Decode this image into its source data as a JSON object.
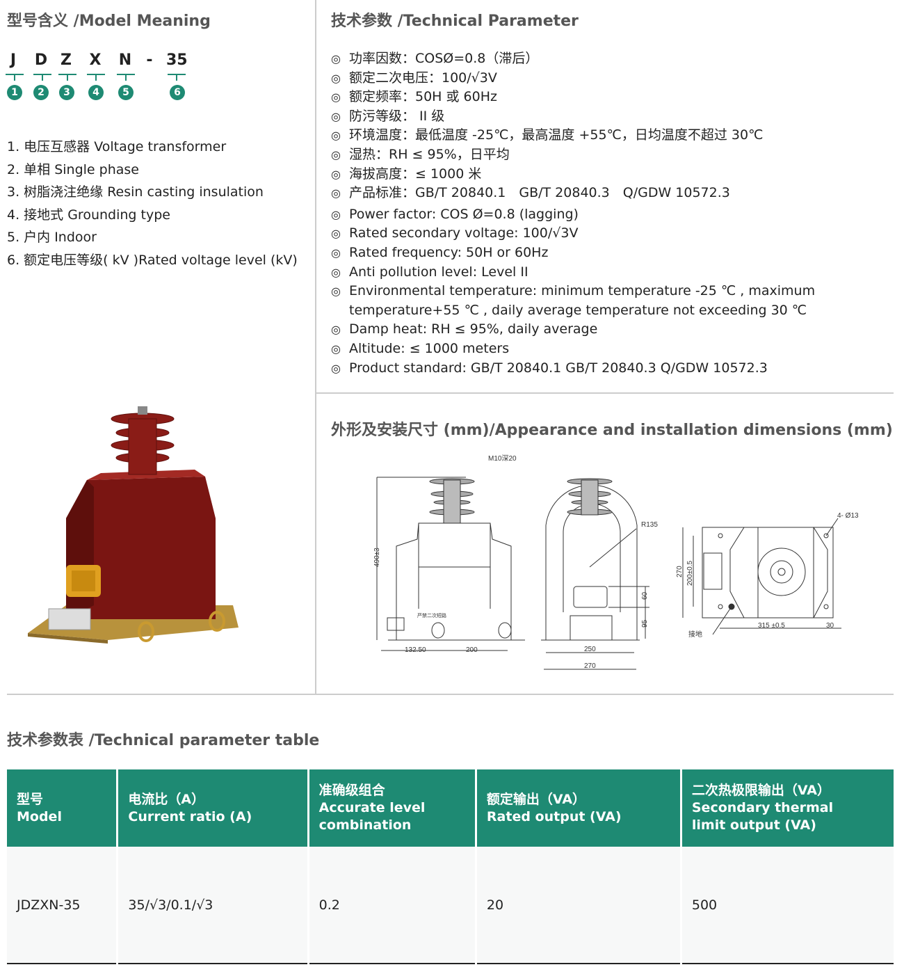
{
  "model_meaning": {
    "heading": "型号含义 /Model Meaning",
    "code_letters": [
      "J",
      "D",
      "Z",
      "X",
      "N",
      "-",
      "35"
    ],
    "numbers": [
      "1",
      "2",
      "3",
      "4",
      "5",
      "6"
    ],
    "items": [
      "1. 电压互感器 Voltage transformer",
      "2. 单相 Single phase",
      "3. 树脂浇注绝缘 Resin casting insulation",
      "4. 接地式 Grounding type",
      "5. 户内 Indoor",
      "6. 额定电压等级( kV )Rated voltage level (kV)"
    ]
  },
  "technical": {
    "heading": "技术参数 /Technical Parameter",
    "bullet": "◎",
    "cn": [
      "功率因数：COSØ=0.8（滞后）",
      "额定二次电压：100/√3V",
      "额定频率：50H 或 60Hz",
      "防污等级： II 级",
      "环境温度：最低温度 -25℃，最高温度 +55℃，日均温度不超过 30℃",
      "湿热：RH ≤ 95%，日平均",
      "海拔高度：≤ 1000 米",
      "产品标准：GB/T 20840.1　GB/T 20840.3　Q/GDW 10572.3"
    ],
    "en": [
      "Power factor: COS Ø=0.8 (lagging)",
      "Rated secondary voltage: 100/√3V",
      "Rated frequency: 50H or 60Hz",
      "Anti pollution level: Level II",
      "Environmental temperature: minimum temperature -25 ℃ , maximum",
      "temperature+55 ℃ , daily average temperature not exceeding 30 ℃",
      "Damp heat: RH ≤ 95%, daily average",
      "Altitude: ≤ 1000 meters",
      "Product standard: GB/T 20840.1 GB/T 20840.3 Q/GDW 10572.3"
    ]
  },
  "dimensions": {
    "heading": "外形及安装尺寸 (mm)/Appearance and installation dimensions (mm)",
    "labels": {
      "thread": "M10深20",
      "height": "490±3",
      "w1": "132.50",
      "w2": "200",
      "radius": "R135",
      "d60": "60",
      "d95": "95",
      "w250": "250",
      "w270": "270",
      "h270": "270",
      "h200": "200±0.5",
      "holes": "4- Ø13",
      "w315": "315 ±0.5",
      "w30": "30",
      "ground": "接地",
      "note1": "严禁二次短路"
    }
  },
  "param_table": {
    "heading": "技术参数表 /Technical parameter table",
    "headers": [
      [
        "型号",
        "Model"
      ],
      [
        "电流比（A）",
        "Current ratio (A)"
      ],
      [
        "准确级组合",
        "Accurate level",
        "combination"
      ],
      [
        "额定输出（VA）",
        "Rated output (VA)"
      ],
      [
        "二次热极限输出（VA）",
        "Secondary thermal",
        "limit output (VA)"
      ]
    ],
    "rows": [
      [
        "JDZXN-35",
        "35/√3/0.1/√3",
        "0.2",
        "20",
        "500"
      ]
    ]
  },
  "colors": {
    "accent": "#1e8a73",
    "product_body": "#7a1512"
  }
}
